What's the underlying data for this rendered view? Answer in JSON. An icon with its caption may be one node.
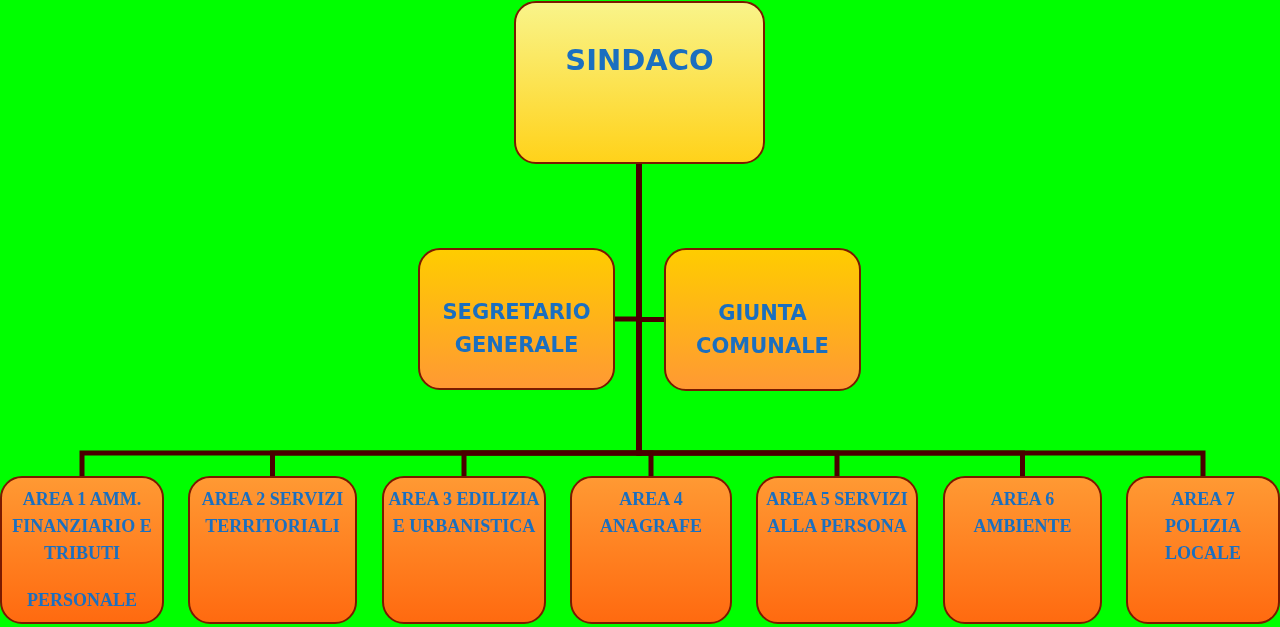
{
  "diagram": {
    "nodes": [
      {
        "text": [
          "SINDACO"
        ]
      },
      {
        "text": [
          "SEGRETARIO GENERALE"
        ]
      },
      {
        "text": [
          "GIUNTA COMUNALE"
        ]
      },
      {
        "text": [
          "AREA 1 AMM. FINANZIARIO E TRIBUTI",
          "PERSONALE"
        ]
      },
      {
        "text": [
          "AREA 2 SERVIZI TERRITORIALI"
        ]
      },
      {
        "text": [
          "AREA 3 EDILIZIA E URBANISTICA"
        ]
      },
      {
        "text": [
          "AREA 4 ANAGRAFE"
        ]
      },
      {
        "text": [
          "AREA 5 SERVIZI ALLA PERSONA"
        ]
      },
      {
        "text": [
          "AREA 6 AMBIENTE"
        ]
      },
      {
        "text": [
          "AREA 7 POLIZIA LOCALE"
        ]
      }
    ],
    "edges": [
      {
        "from": 0,
        "to": 1,
        "arrow": "none"
      },
      {
        "from": 0,
        "to": 2,
        "arrow": "none"
      },
      {
        "from": 0,
        "to": 3,
        "arrow": "none"
      },
      {
        "from": 0,
        "to": 4,
        "arrow": "none"
      },
      {
        "from": 0,
        "to": 5,
        "arrow": "none"
      },
      {
        "from": 0,
        "to": 6,
        "arrow": "none"
      },
      {
        "from": 0,
        "to": 7,
        "arrow": "none"
      },
      {
        "from": 0,
        "to": 8,
        "arrow": "none"
      },
      {
        "from": 0,
        "to": 9,
        "arrow": "none"
      }
    ]
  }
}
